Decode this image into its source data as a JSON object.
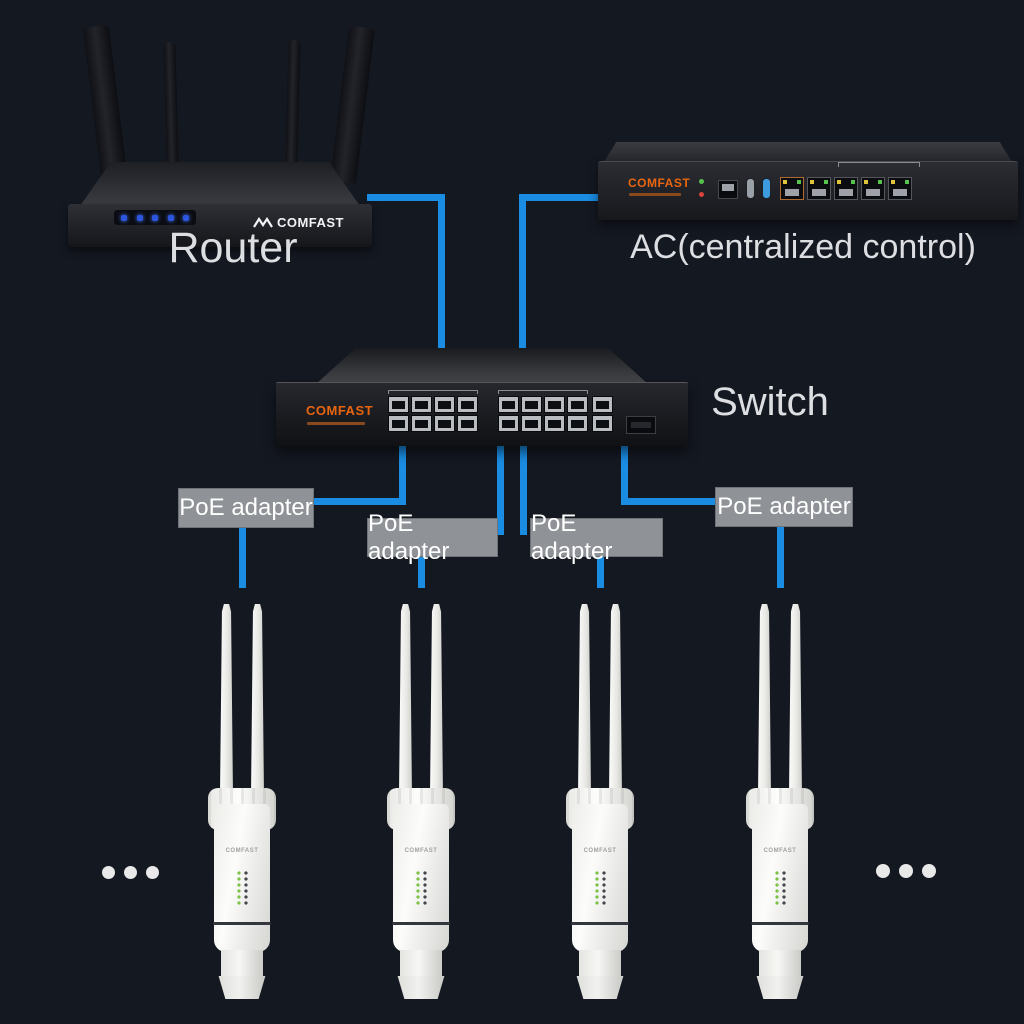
{
  "colors": {
    "background": "#141821",
    "cable_blue": "#1a8ce2",
    "poe_label_bg": "#8f9398",
    "label_text": "#dcdee1",
    "brand_orange": "#e8650f"
  },
  "router": {
    "label": "Router",
    "brand": "COMFAST"
  },
  "ac": {
    "label": "AC(centralized control)",
    "brand": "COMFAST"
  },
  "switch": {
    "label": "Switch",
    "brand": "COMFAST"
  },
  "poe_adapters": [
    {
      "label": "PoE adapter"
    },
    {
      "label": "PoE adapter"
    },
    {
      "label": "PoE adapter"
    },
    {
      "label": "PoE adapter"
    }
  ],
  "access_points": [
    {
      "brand": "COMFAST"
    },
    {
      "brand": "COMFAST"
    },
    {
      "brand": "COMFAST"
    },
    {
      "brand": "COMFAST"
    }
  ],
  "edges": [
    {
      "from": "router",
      "to": "switch"
    },
    {
      "from": "ac-controller",
      "to": "switch"
    },
    {
      "from": "switch",
      "to": "poe-adapter-1"
    },
    {
      "from": "switch",
      "to": "poe-adapter-2"
    },
    {
      "from": "switch",
      "to": "poe-adapter-3"
    },
    {
      "from": "switch",
      "to": "poe-adapter-4"
    },
    {
      "from": "poe-adapter-1",
      "to": "access-point-1"
    },
    {
      "from": "poe-adapter-2",
      "to": "access-point-2"
    },
    {
      "from": "poe-adapter-3",
      "to": "access-point-3"
    },
    {
      "from": "poe-adapter-4",
      "to": "access-point-4"
    }
  ],
  "more_devices_indicator": {
    "left": "...",
    "right": "..."
  }
}
